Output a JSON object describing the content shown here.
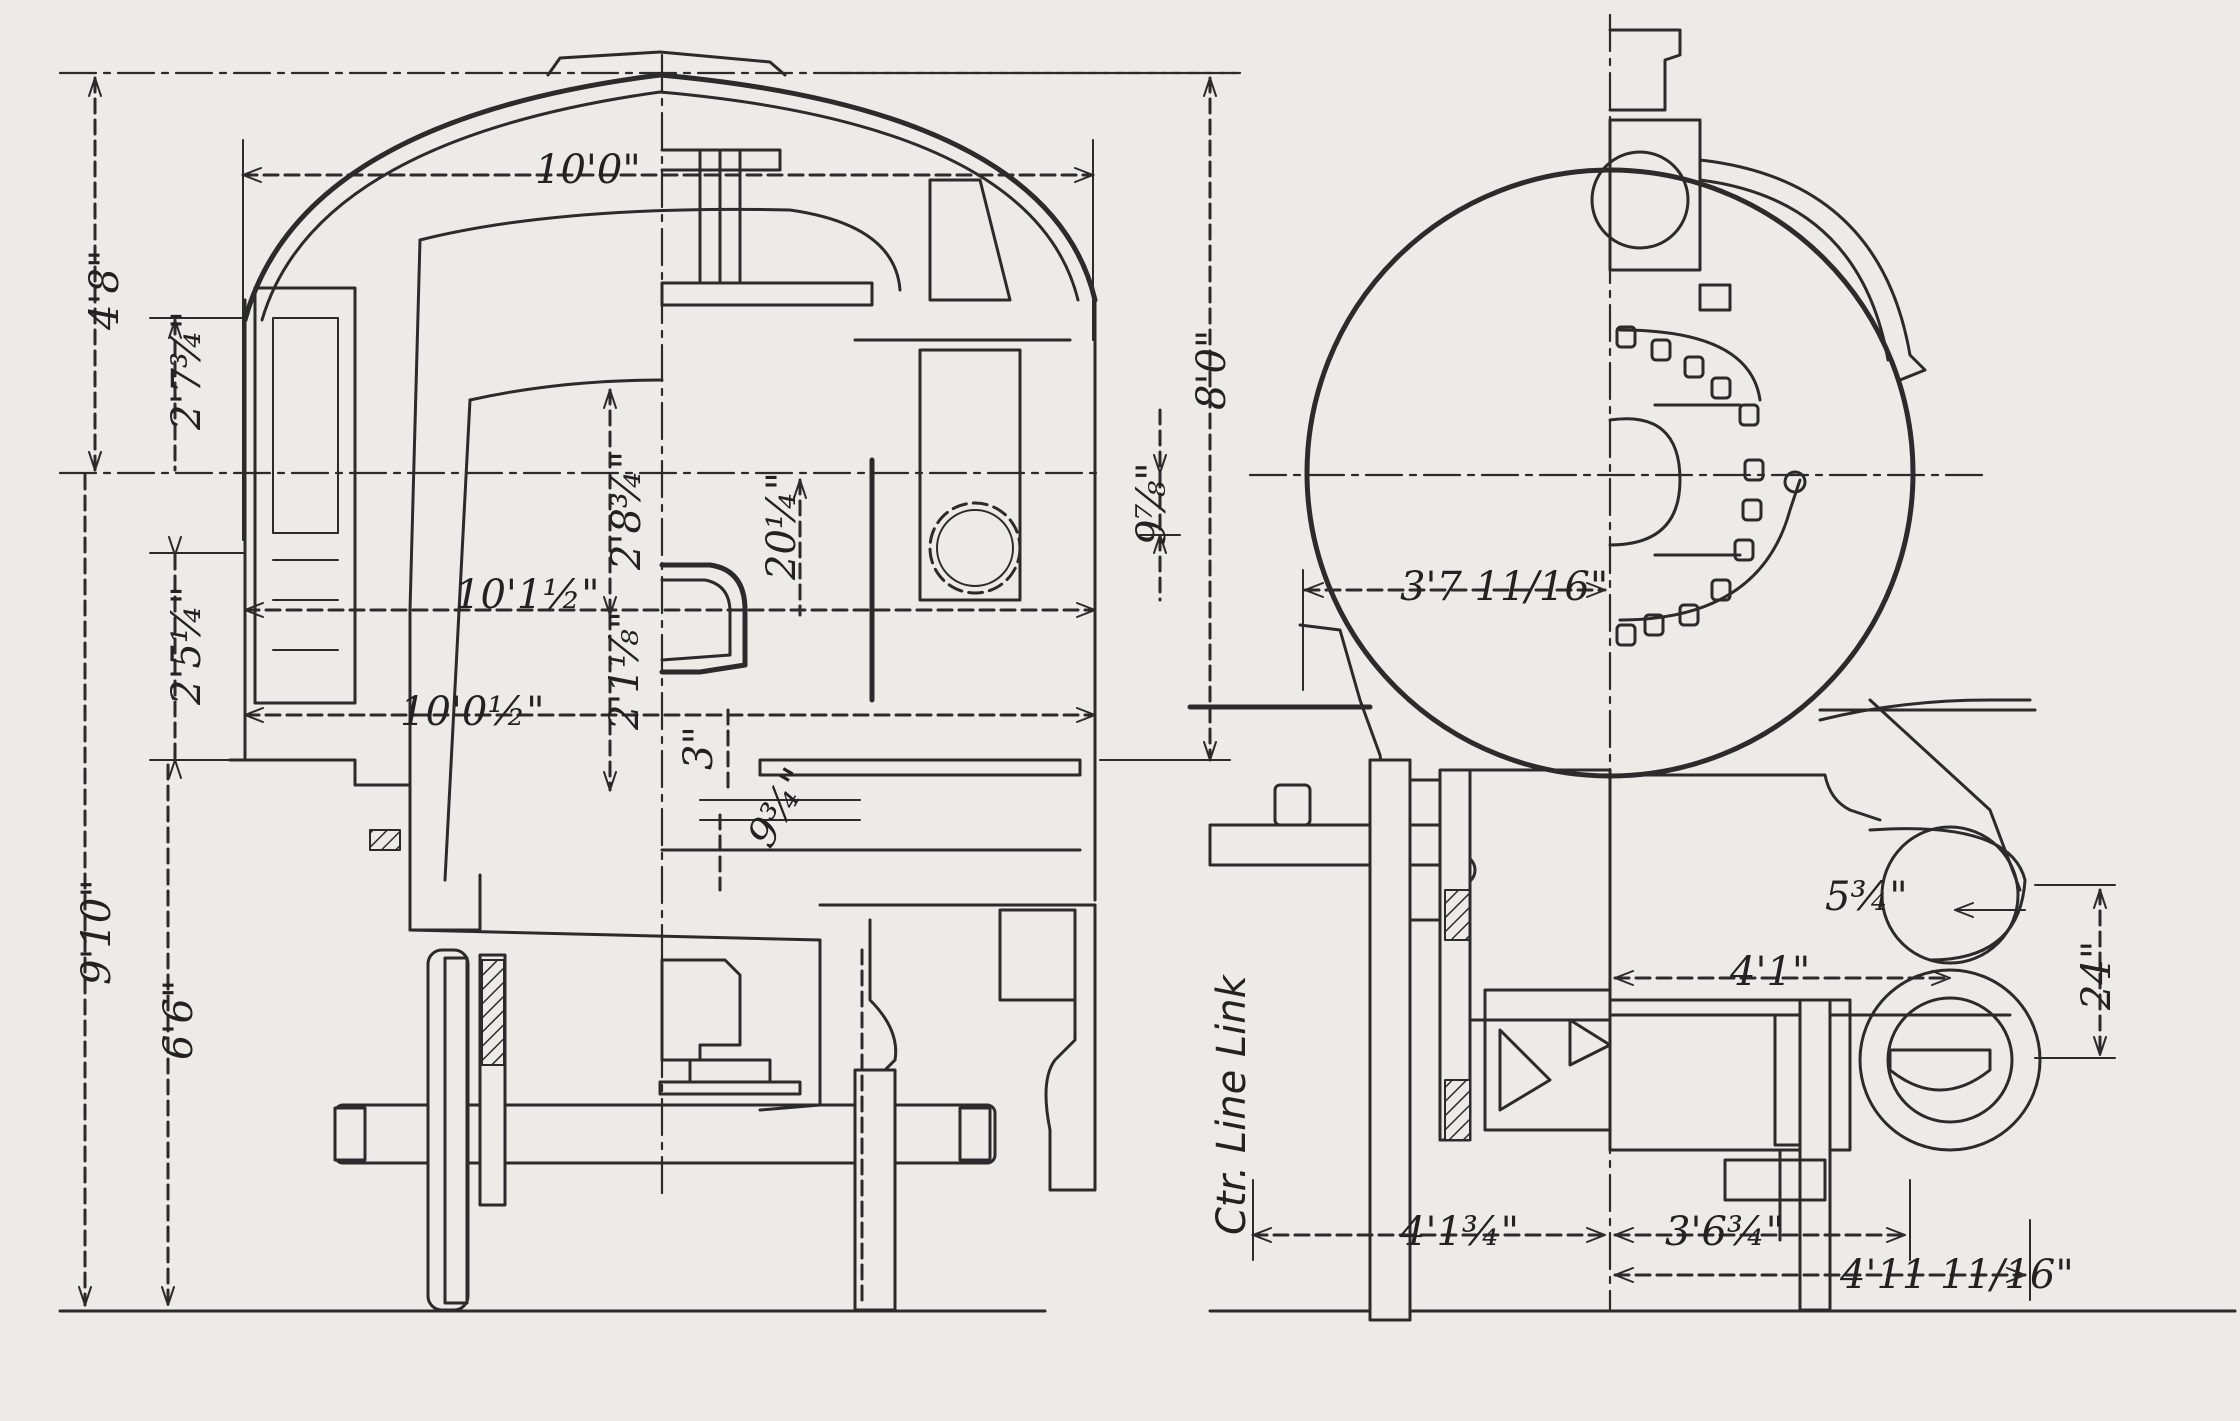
{
  "dimensions": {
    "cab_width": "10'0\"",
    "roof_height": "4'8\"",
    "upper_window": "2'7¾\"",
    "lower_window": "2'5¼\"",
    "height_above_rail": "9'10\"",
    "floor_height": "6'6\"",
    "seat_height": "2'8¾\"",
    "seat_back": "20¼\"",
    "width_1": "10'1½\"",
    "width_2": "10'0½\"",
    "seat_depth": "2'1⅛\"",
    "step_3": "3\"",
    "step_9": "9¾\"",
    "boiler_height": "8'0\"",
    "small_offset": "9⅞\"",
    "boiler_radius": "3'7 11/16\"",
    "link_to_center": "4'1¾\"",
    "reverse_offset": "3'6¾\"",
    "reverse_width": "4'11 11/16\"",
    "gear_offset": "4'1\"",
    "link_radius": "5¾\"",
    "link_height": "24\""
  },
  "labels": {
    "center_line_link": "Ctr. Line Link"
  }
}
